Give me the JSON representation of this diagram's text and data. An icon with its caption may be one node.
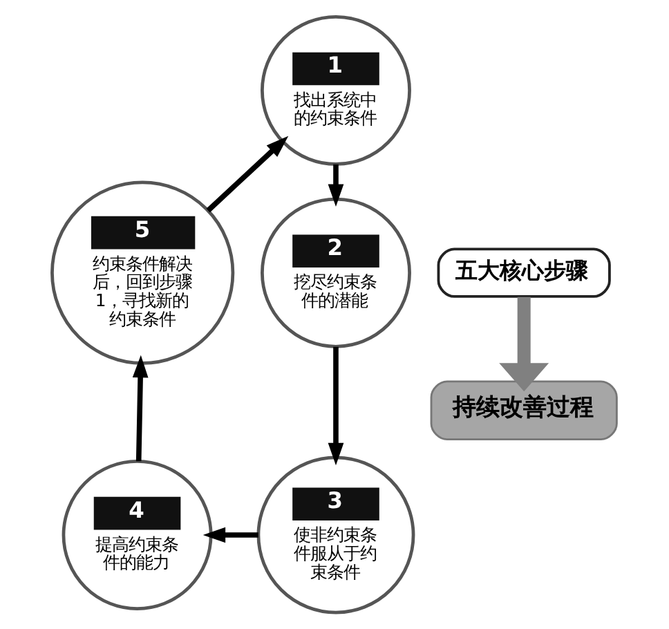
{
  "diagram": {
    "nodes": [
      {
        "text": [
          "1",
          "找出系统中的约束条件"
        ]
      },
      {
        "text": [
          "2",
          "挖尽约束条件的潜能"
        ]
      },
      {
        "text": [
          "3",
          "使非约束条件服从于约束条件"
        ]
      },
      {
        "text": [
          "4",
          "提高约束条件的能力"
        ]
      },
      {
        "text": [
          "5",
          "约束条件解决后，回到步骤1，寻找新的约束条件"
        ]
      },
      {
        "text": [
          "五大核心步骤"
        ]
      },
      {
        "text": [
          "持续改善过程"
        ]
      }
    ],
    "edges": [
      {
        "from": 0,
        "to": 1,
        "arrow": "to"
      },
      {
        "from": 1,
        "to": 2,
        "arrow": "to"
      },
      {
        "from": 2,
        "to": 3,
        "arrow": "to"
      },
      {
        "from": 3,
        "to": 4,
        "arrow": "to"
      },
      {
        "from": 4,
        "to": 0,
        "arrow": "to"
      },
      {
        "from": 5,
        "to": 6,
        "arrow": "to",
        "style": "thick",
        "color": "#808080"
      }
    ]
  }
}
